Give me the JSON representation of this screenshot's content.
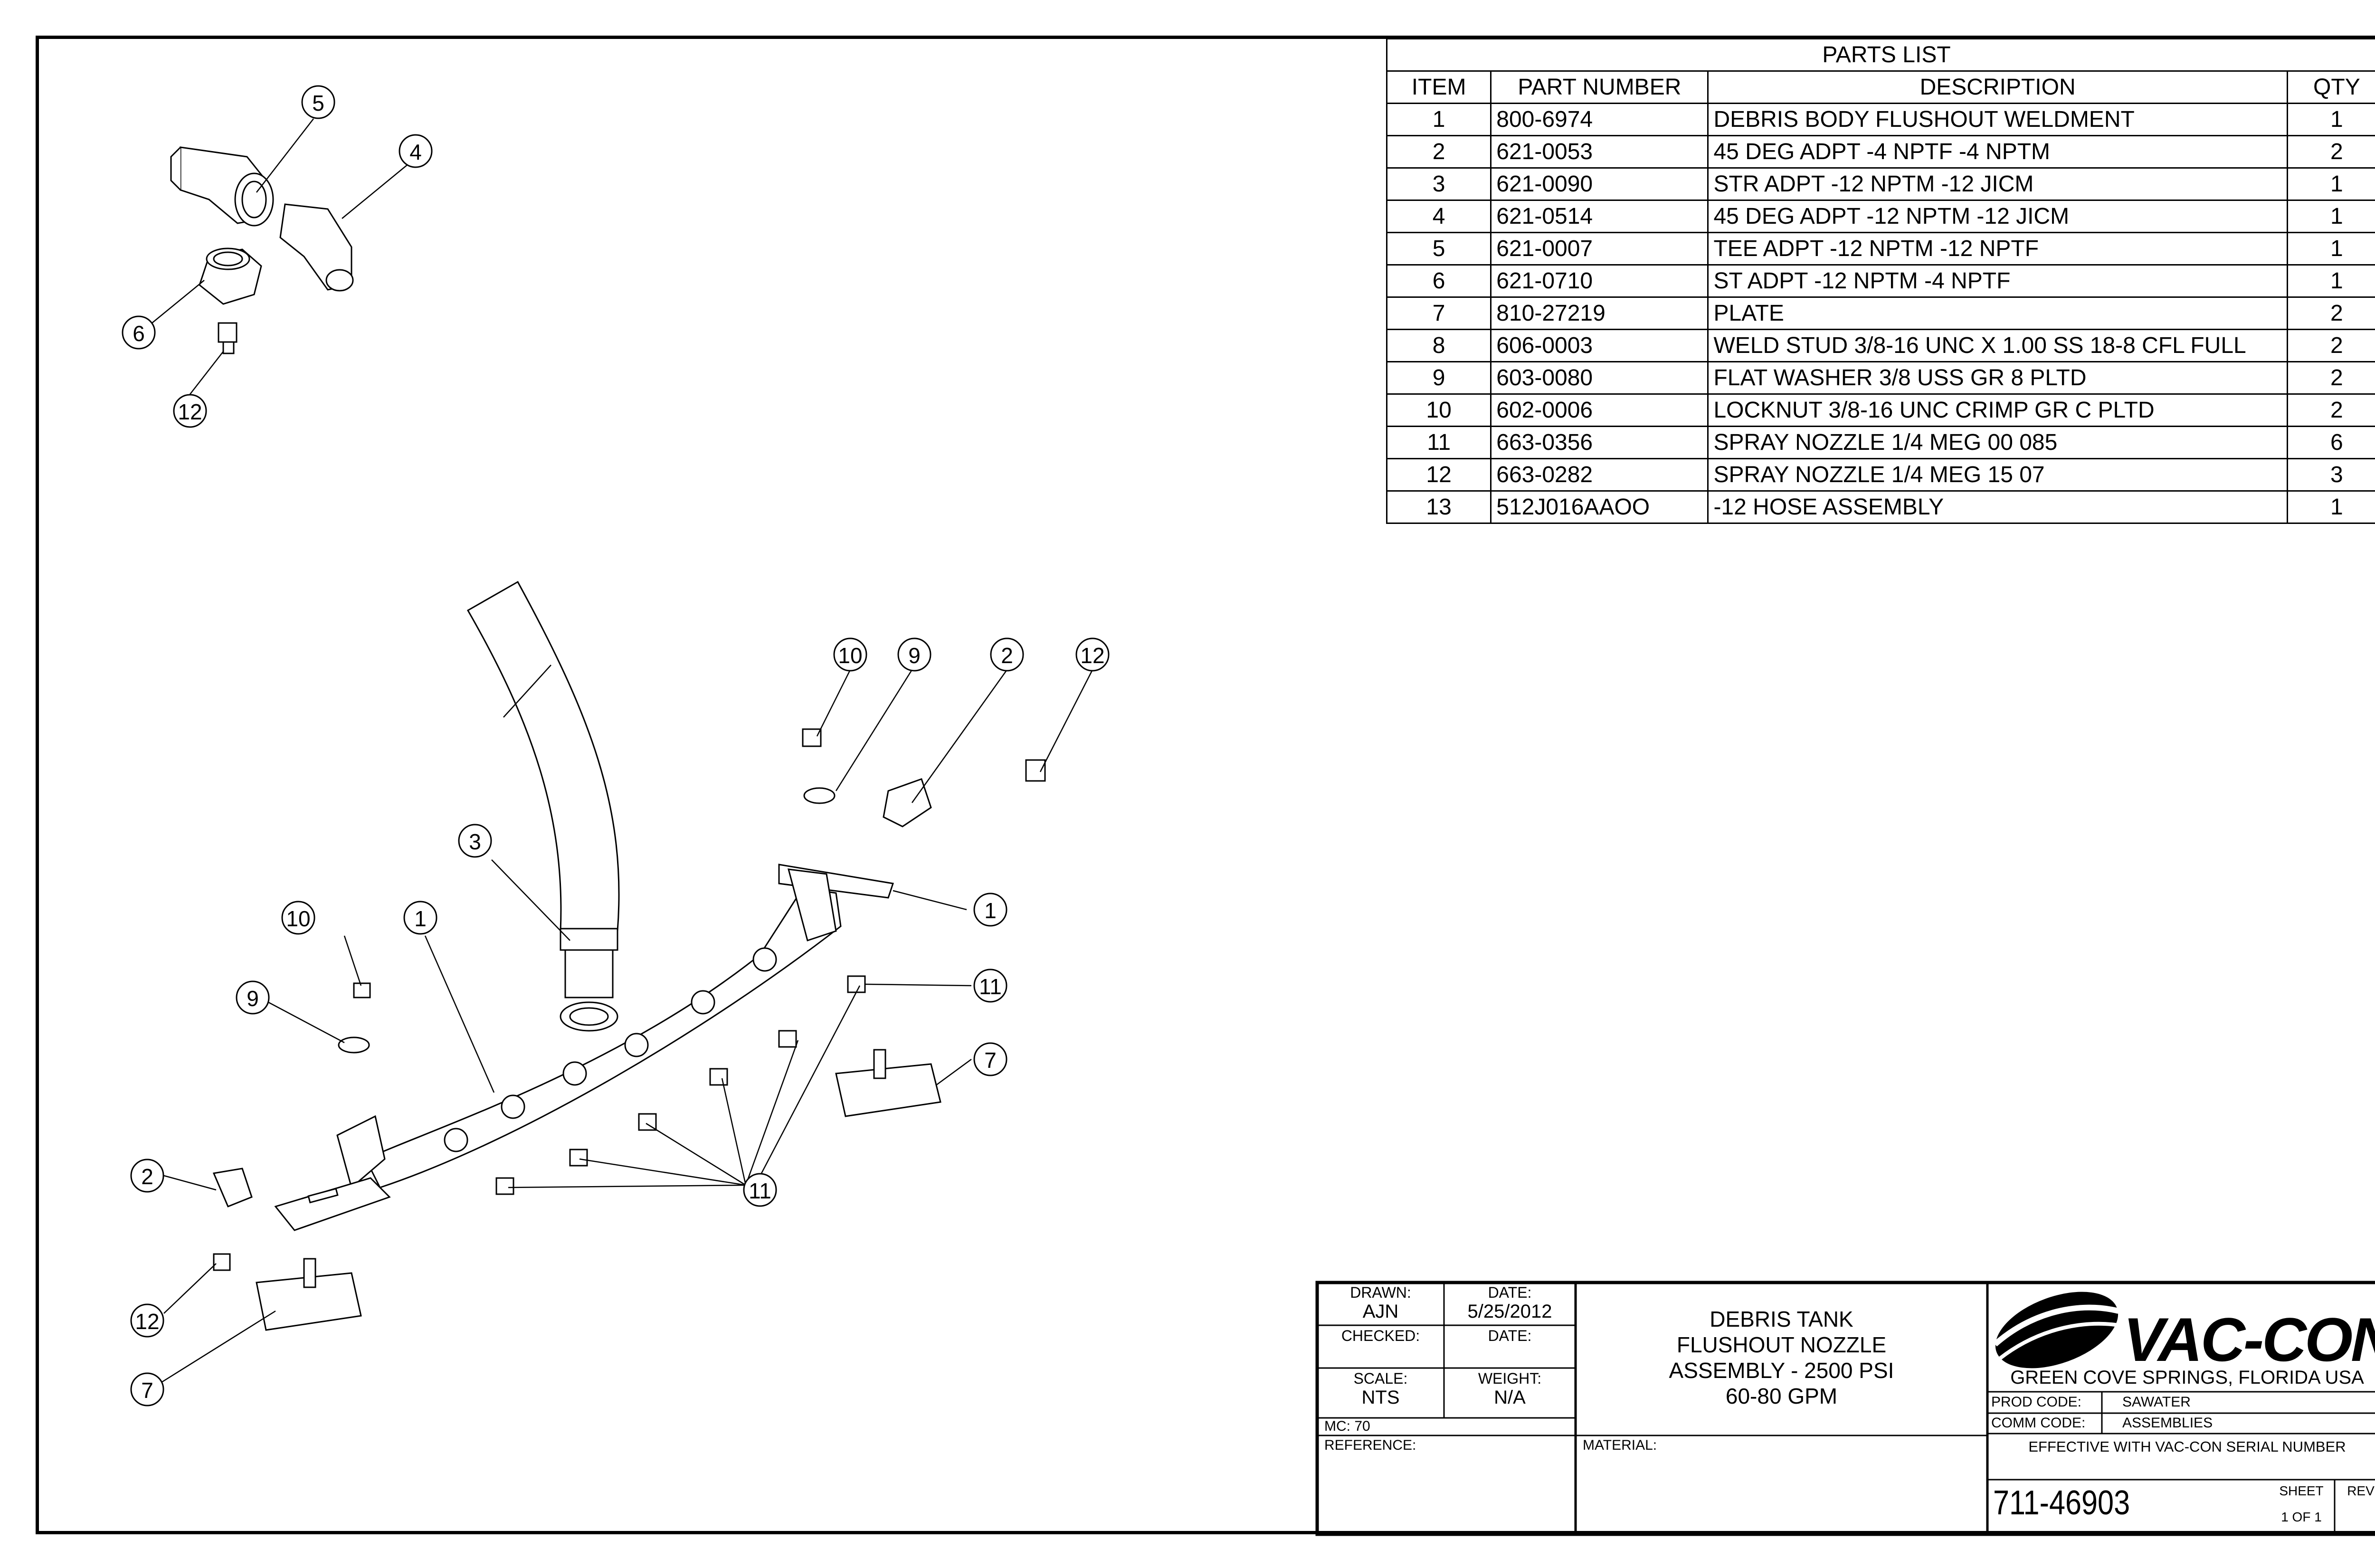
{
  "parts_list": {
    "title": "PARTS LIST",
    "headers": [
      "ITEM",
      "PART NUMBER",
      "DESCRIPTION",
      "QTY"
    ],
    "rows": [
      [
        "1",
        "800-6974",
        "DEBRIS BODY FLUSHOUT WELDMENT",
        "1"
      ],
      [
        "2",
        "621-0053",
        "45 DEG ADPT -4 NPTF -4 NPTM",
        "2"
      ],
      [
        "3",
        "621-0090",
        "STR ADPT -12 NPTM -12 JICM",
        "1"
      ],
      [
        "4",
        "621-0514",
        "45 DEG ADPT -12 NPTM -12 JICM",
        "1"
      ],
      [
        "5",
        "621-0007",
        "TEE ADPT -12 NPTM -12 NPTF",
        "1"
      ],
      [
        "6",
        "621-0710",
        "ST ADPT -12 NPTM -4 NPTF",
        "1"
      ],
      [
        "7",
        "810-27219",
        "PLATE",
        "2"
      ],
      [
        "8",
        "606-0003",
        "WELD STUD 3/8-16 UNC X 1.00 SS 18-8 CFL FULL",
        "2"
      ],
      [
        "9",
        "603-0080",
        "FLAT WASHER 3/8 USS GR 8 PLTD",
        "2"
      ],
      [
        "10",
        "602-0006",
        "LOCKNUT 3/8-16 UNC CRIMP GR C PLTD",
        "2"
      ],
      [
        "11",
        "663-0356",
        "SPRAY NOZZLE 1/4 MEG 00 085",
        "6"
      ],
      [
        "12",
        "663-0282",
        "SPRAY NOZZLE 1/4 MEG 15 07",
        "3"
      ],
      [
        "13",
        "512J016AAOO",
        "-12 HOSE ASSEMBLY",
        "1"
      ]
    ]
  },
  "callouts": [
    "5",
    "4",
    "6",
    "12",
    "10",
    "9",
    "2",
    "12",
    "3",
    "10",
    "1",
    "1",
    "9",
    "11",
    "7",
    "2",
    "11",
    "12",
    "7"
  ],
  "title_block": {
    "drawn_label": "DRAWN:",
    "drawn_value": "AJN",
    "date_label": "DATE:",
    "date_value": "5/25/2012",
    "checked_label": "CHECKED:",
    "checked_date_label": "DATE:",
    "scale_label": "SCALE:",
    "scale_value": "NTS",
    "weight_label": "WEIGHT:",
    "weight_value": "N/A",
    "mc": "MC:  70",
    "reference_label": "REFERENCE:",
    "material_label": "MATERIAL:",
    "title_line1": "DEBRIS TANK",
    "title_line2": "FLUSHOUT NOZZLE",
    "title_line3": "ASSEMBLY - 2500 PSI",
    "title_line4": "60-80 GPM",
    "logo_text": "VAC-CON",
    "company_location": "GREEN COVE SPRINGS, FLORIDA USA",
    "prod_code_label": "PROD CODE:",
    "prod_code_value": "SAWATER",
    "comm_code_label": "COMM CODE:",
    "comm_code_value": "ASSEMBLIES",
    "effectivity": "EFFECTIVE WITH VAC-CON SERIAL NUMBER",
    "drawing_number": "711-46903",
    "sheet_label": "SHEET",
    "sheet_value": "1 OF 1",
    "rev_label": "REV"
  }
}
